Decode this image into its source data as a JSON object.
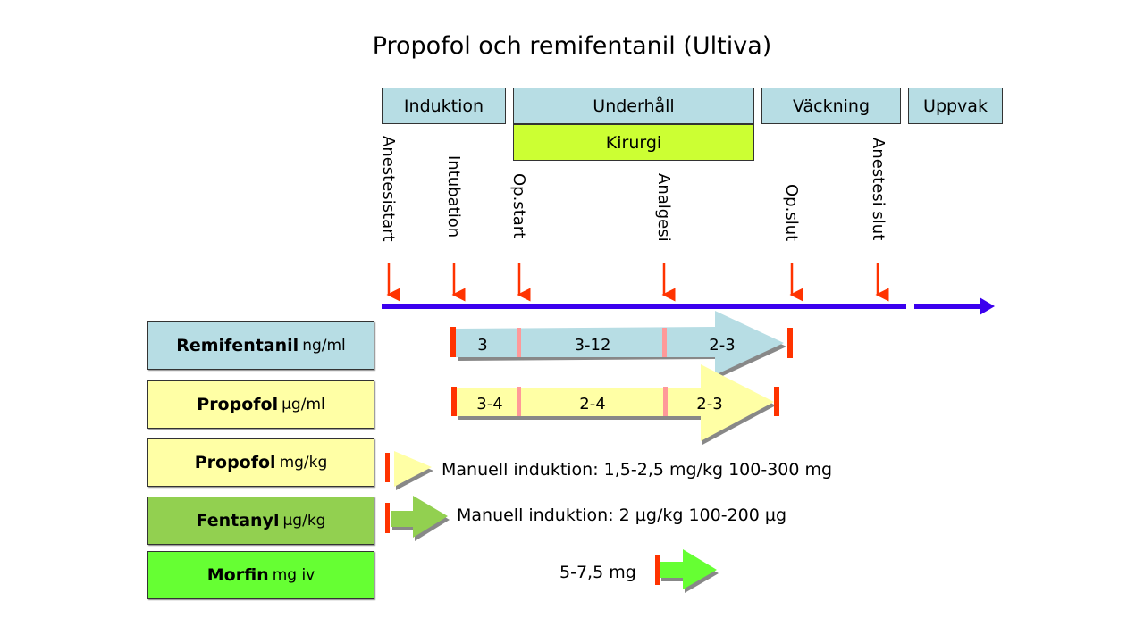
{
  "title": "Propofol och remifentanil (Ultiva)",
  "phases": [
    "Induktion",
    "Underhåll",
    "Kirurgi",
    "Väckning",
    "Uppvak"
  ],
  "events": [
    "Anestesistart",
    "Intubation",
    "Op.start",
    "Analgesi",
    "Op.slut",
    "Anestesi slut"
  ],
  "drugs": [
    {
      "name": "Remifentanil",
      "unit": "ng/ml",
      "segments": [
        "3",
        "3-12",
        "2-3"
      ]
    },
    {
      "name": "Propofol",
      "unit": "µg/ml",
      "segments": [
        "3-4",
        "2-4",
        "2-3"
      ]
    },
    {
      "name": "Propofol",
      "unit": "mg/kg",
      "note": "Manuell induktion: 1,5-2,5 mg/kg 100-300 mg"
    },
    {
      "name": "Fentanyl",
      "unit": "µg/kg",
      "note": "Manuell induktion: 2 µg/kg 100-200 µg"
    },
    {
      "name": "Morfin",
      "unit": "mg iv",
      "note": "5-7,5 mg"
    }
  ],
  "colors": {
    "phase": "#b7dde4",
    "kirurgi": "#ccff33",
    "remi": "#b7dde4",
    "propofol": "#ffffa5",
    "fentanyl": "#92d050",
    "morfin": "#66ff33",
    "timeline": "#3b00ee",
    "marker": "#ff3300"
  }
}
